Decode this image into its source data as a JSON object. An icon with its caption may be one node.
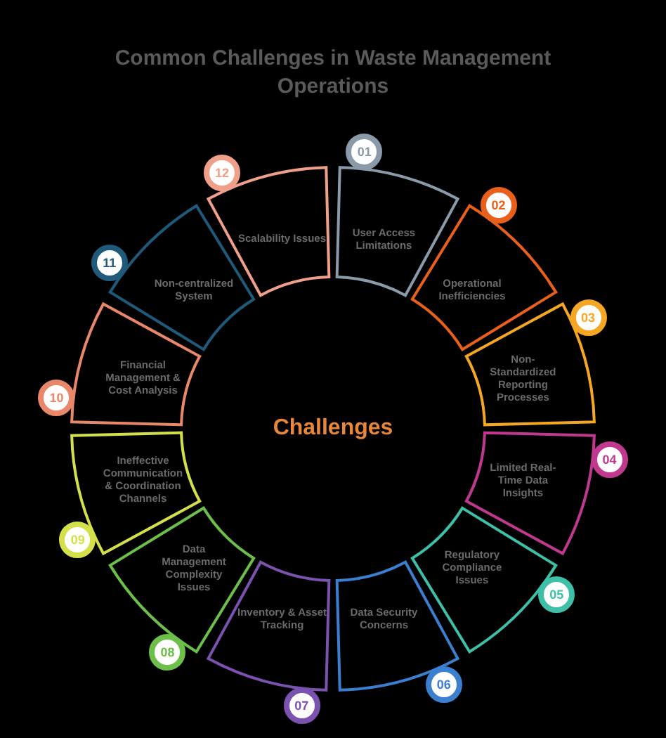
{
  "diagram": {
    "title": "Common Challenges in **Waste Management** Operations",
    "nodes": [
      {
        "text": [
          "01"
        ]
      },
      {
        "text": [
          "User Access Limitations"
        ]
      },
      {
        "text": [
          "02"
        ]
      },
      {
        "text": [
          "Operational Inefficiencies"
        ]
      },
      {
        "text": [
          "03"
        ]
      },
      {
        "text": [
          "Non-Standardized Reporting Processes"
        ]
      },
      {
        "text": [
          "04"
        ]
      },
      {
        "text": [
          "Limited Real-Time Data Insights"
        ]
      },
      {
        "text": [
          "05"
        ]
      },
      {
        "text": [
          "Regulatory Compliance Issues"
        ]
      },
      {
        "text": [
          "06"
        ]
      },
      {
        "text": [
          "Data Security Concerns"
        ]
      },
      {
        "text": [
          "07"
        ]
      },
      {
        "text": [
          "Inventory & Asset Tracking"
        ]
      },
      {
        "text": [
          "08"
        ]
      },
      {
        "text": [
          "Data Management Complexity Issues"
        ]
      },
      {
        "text": [
          "09"
        ]
      },
      {
        "text": [
          "Ineffective Communication & Coordination Channels"
        ]
      },
      {
        "text": [
          "10"
        ]
      },
      {
        "text": [
          "Financial Management & Cost Analysis"
        ]
      },
      {
        "text": [
          "11"
        ]
      },
      {
        "text": [
          "Non-centralized System"
        ]
      },
      {
        "text": [
          "12"
        ]
      },
      {
        "text": [
          "Scalability Issues"
        ]
      },
      {
        "text": [
          "Challenges"
        ]
      }
    ]
  }
}
